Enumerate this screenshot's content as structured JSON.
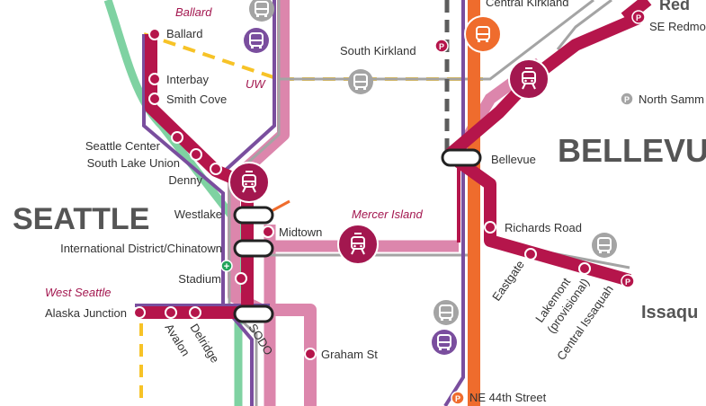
{
  "colors": {
    "spine": "#b5154b",
    "pink": "#dc86ac",
    "purple": "#7a4e9e",
    "orange": "#ef6c2d",
    "gray": "#a4a4a4",
    "darkgray": "#5d5d5d",
    "green": "#7fd2a2",
    "yellow": "#f7c327",
    "streetcar_hub": "#a3174f"
  },
  "cities": {
    "seattle": "SEATTLE",
    "bellevue": "BELLEVU",
    "redmond_partial": "Red",
    "issaquah_partial": "Issaqu"
  },
  "neighborhoods": {
    "ballard": "Ballard",
    "uw": "UW",
    "mercer_island": "Mercer Island",
    "west_seattle": "West Seattle"
  },
  "stations": {
    "ballard": "Ballard",
    "interbay": "Interbay",
    "smith_cove": "Smith Cove",
    "seattle_center": "Seattle Center",
    "south_lake_union": "South Lake Union",
    "denny": "Denny",
    "westlake": "Westlake",
    "intl_district": "International District/Chinatown",
    "stadium": "Stadium",
    "midtown": "Midtown",
    "alaska_junction": "Alaska Junction",
    "avalon": "Avalon",
    "delridge": "Delridge",
    "sodo": "SODO",
    "graham_st": "Graham St",
    "south_kirkland": "South Kirkland",
    "central_kirkland": "Central Kirkland",
    "se_redmond": "SE Redmo",
    "north_sammamish": "North Samm",
    "bellevue": "Bellevue",
    "richards_road": "Richards Road",
    "eastgate": "Eastgate",
    "lakemont_1": "Lakemont",
    "lakemont_2": "(provisional)",
    "central_issaquah": "Central Issaquah",
    "ne_44th": "NE 44th Street"
  },
  "icons": {
    "parking": "P",
    "streetcar": "streetcar-icon",
    "bus": "bus-icon",
    "hospital": "+"
  }
}
